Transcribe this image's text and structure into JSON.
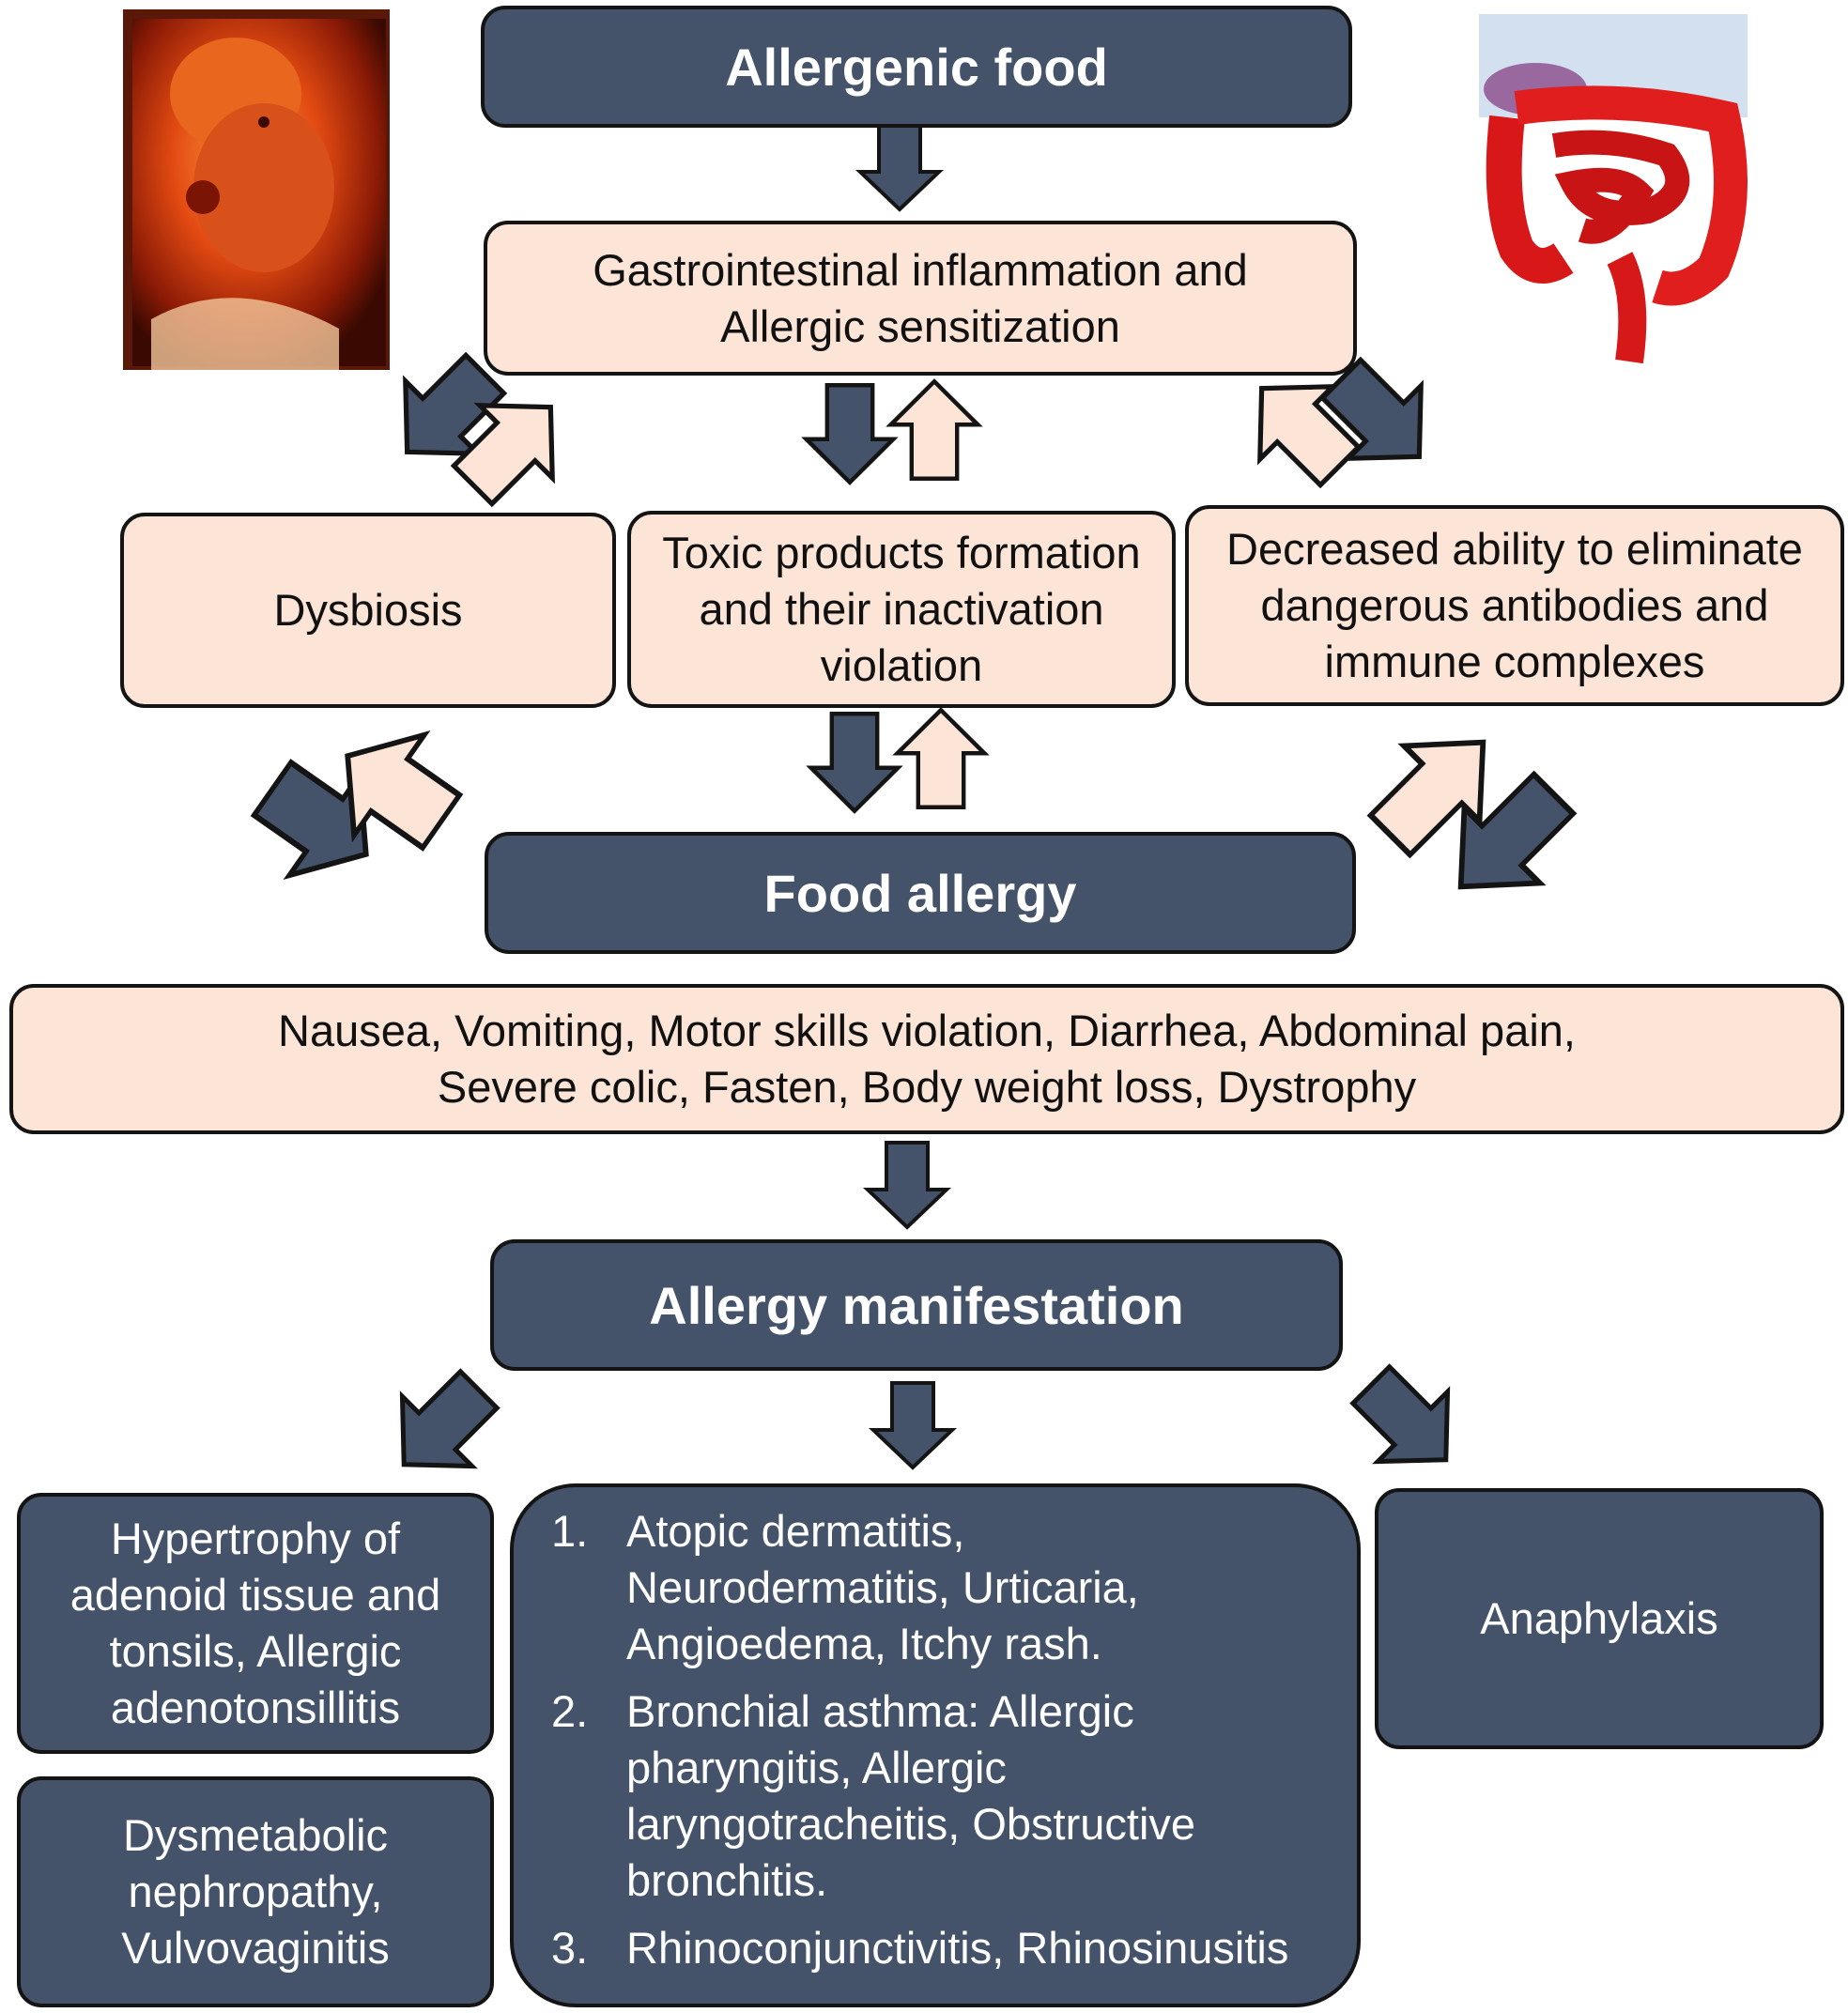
{
  "nodes": {
    "allergenic_food": "Allergenic food",
    "gi_inflammation": "Gastrointestinal inflammation and\nAllergic sensitization",
    "dysbiosis": "Dysbiosis",
    "toxic_products": "Toxic products formation\nand their inactivation\nviolation",
    "decreased_ability": "Decreased ability to eliminate\ndangerous antibodies and\nimmune complexes",
    "food_allergy": "Food allergy",
    "symptoms": "Nausea, Vomiting, Motor skills violation, Diarrhea, Abdominal pain,\nSevere colic, Fasten, Body weight loss, Dystrophy",
    "allergy_manifestation": "Allergy manifestation",
    "hypertrophy": "Hypertrophy of\nadenoid tissue and\ntonsils, Allergic\nadenotonsillitis",
    "dysmetabolic": "Dysmetabolic\nnephropathy,\nVulvovaginitis",
    "anaphylaxis": "Anaphylaxis"
  },
  "manifestation_list": [
    {
      "num": "1.",
      "text": "Atopic dermatitis,\nNeurodermatitis, Urticaria,\nAngioedema, Itchy rash."
    },
    {
      "num": "2.",
      "text": "Bronchial asthma: Allergic\npharyngitis, Allergic\nlaryngotracheitis, Obstructive\nbronchitis."
    },
    {
      "num": "3.",
      "text": "Rhinoconjunctivitis, Rhinosinusitis"
    }
  ],
  "colors": {
    "dark_box": "#44536a",
    "light_box": "#fce4d6",
    "border": "#141414"
  },
  "images": [
    "embryo-photo",
    "intestine-illustration"
  ]
}
